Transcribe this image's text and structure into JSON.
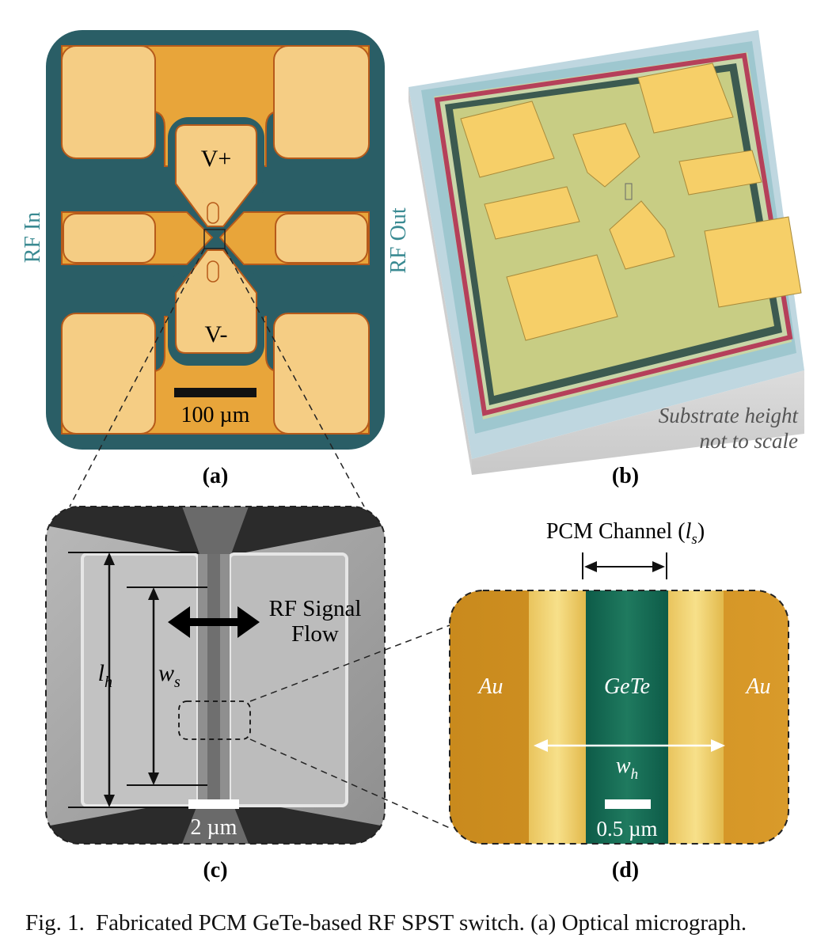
{
  "panel_a": {
    "label": "(a)",
    "v_plus": "V+",
    "v_minus": "V-",
    "rf_in": "RF In",
    "scale_text": "100 µm",
    "colors": {
      "background": "#2a5e66",
      "gold": "#e8a53a",
      "pad": "#f5cd84",
      "outline": "#b65a1a"
    }
  },
  "panel_b": {
    "label": "(b)",
    "rf_out": "RF Out",
    "note_line1": "Substrate height",
    "note_line2": "not to scale"
  },
  "panel_c": {
    "label": "(c)",
    "rf_signal_line1": "RF Signal",
    "rf_signal_line2": "Flow",
    "lh_main": "l",
    "lh_sub": "h",
    "ws_main": "w",
    "ws_sub": "s",
    "scale_text": "2 µm"
  },
  "panel_d": {
    "label": "(d)",
    "pcm_title_prefix": "PCM Channel (",
    "pcm_title_var": "l",
    "pcm_title_sub": "s",
    "pcm_title_suffix": ")",
    "au_left": "Au",
    "au_right": "Au",
    "material": "GeTe",
    "wh_main": "w",
    "wh_sub": "h",
    "scale_text": "0.5 µm"
  },
  "caption": {
    "prefix": "Fig. 1.",
    "text": "Fabricated PCM GeTe-based RF SPST switch. (a) Optical micrograph."
  }
}
